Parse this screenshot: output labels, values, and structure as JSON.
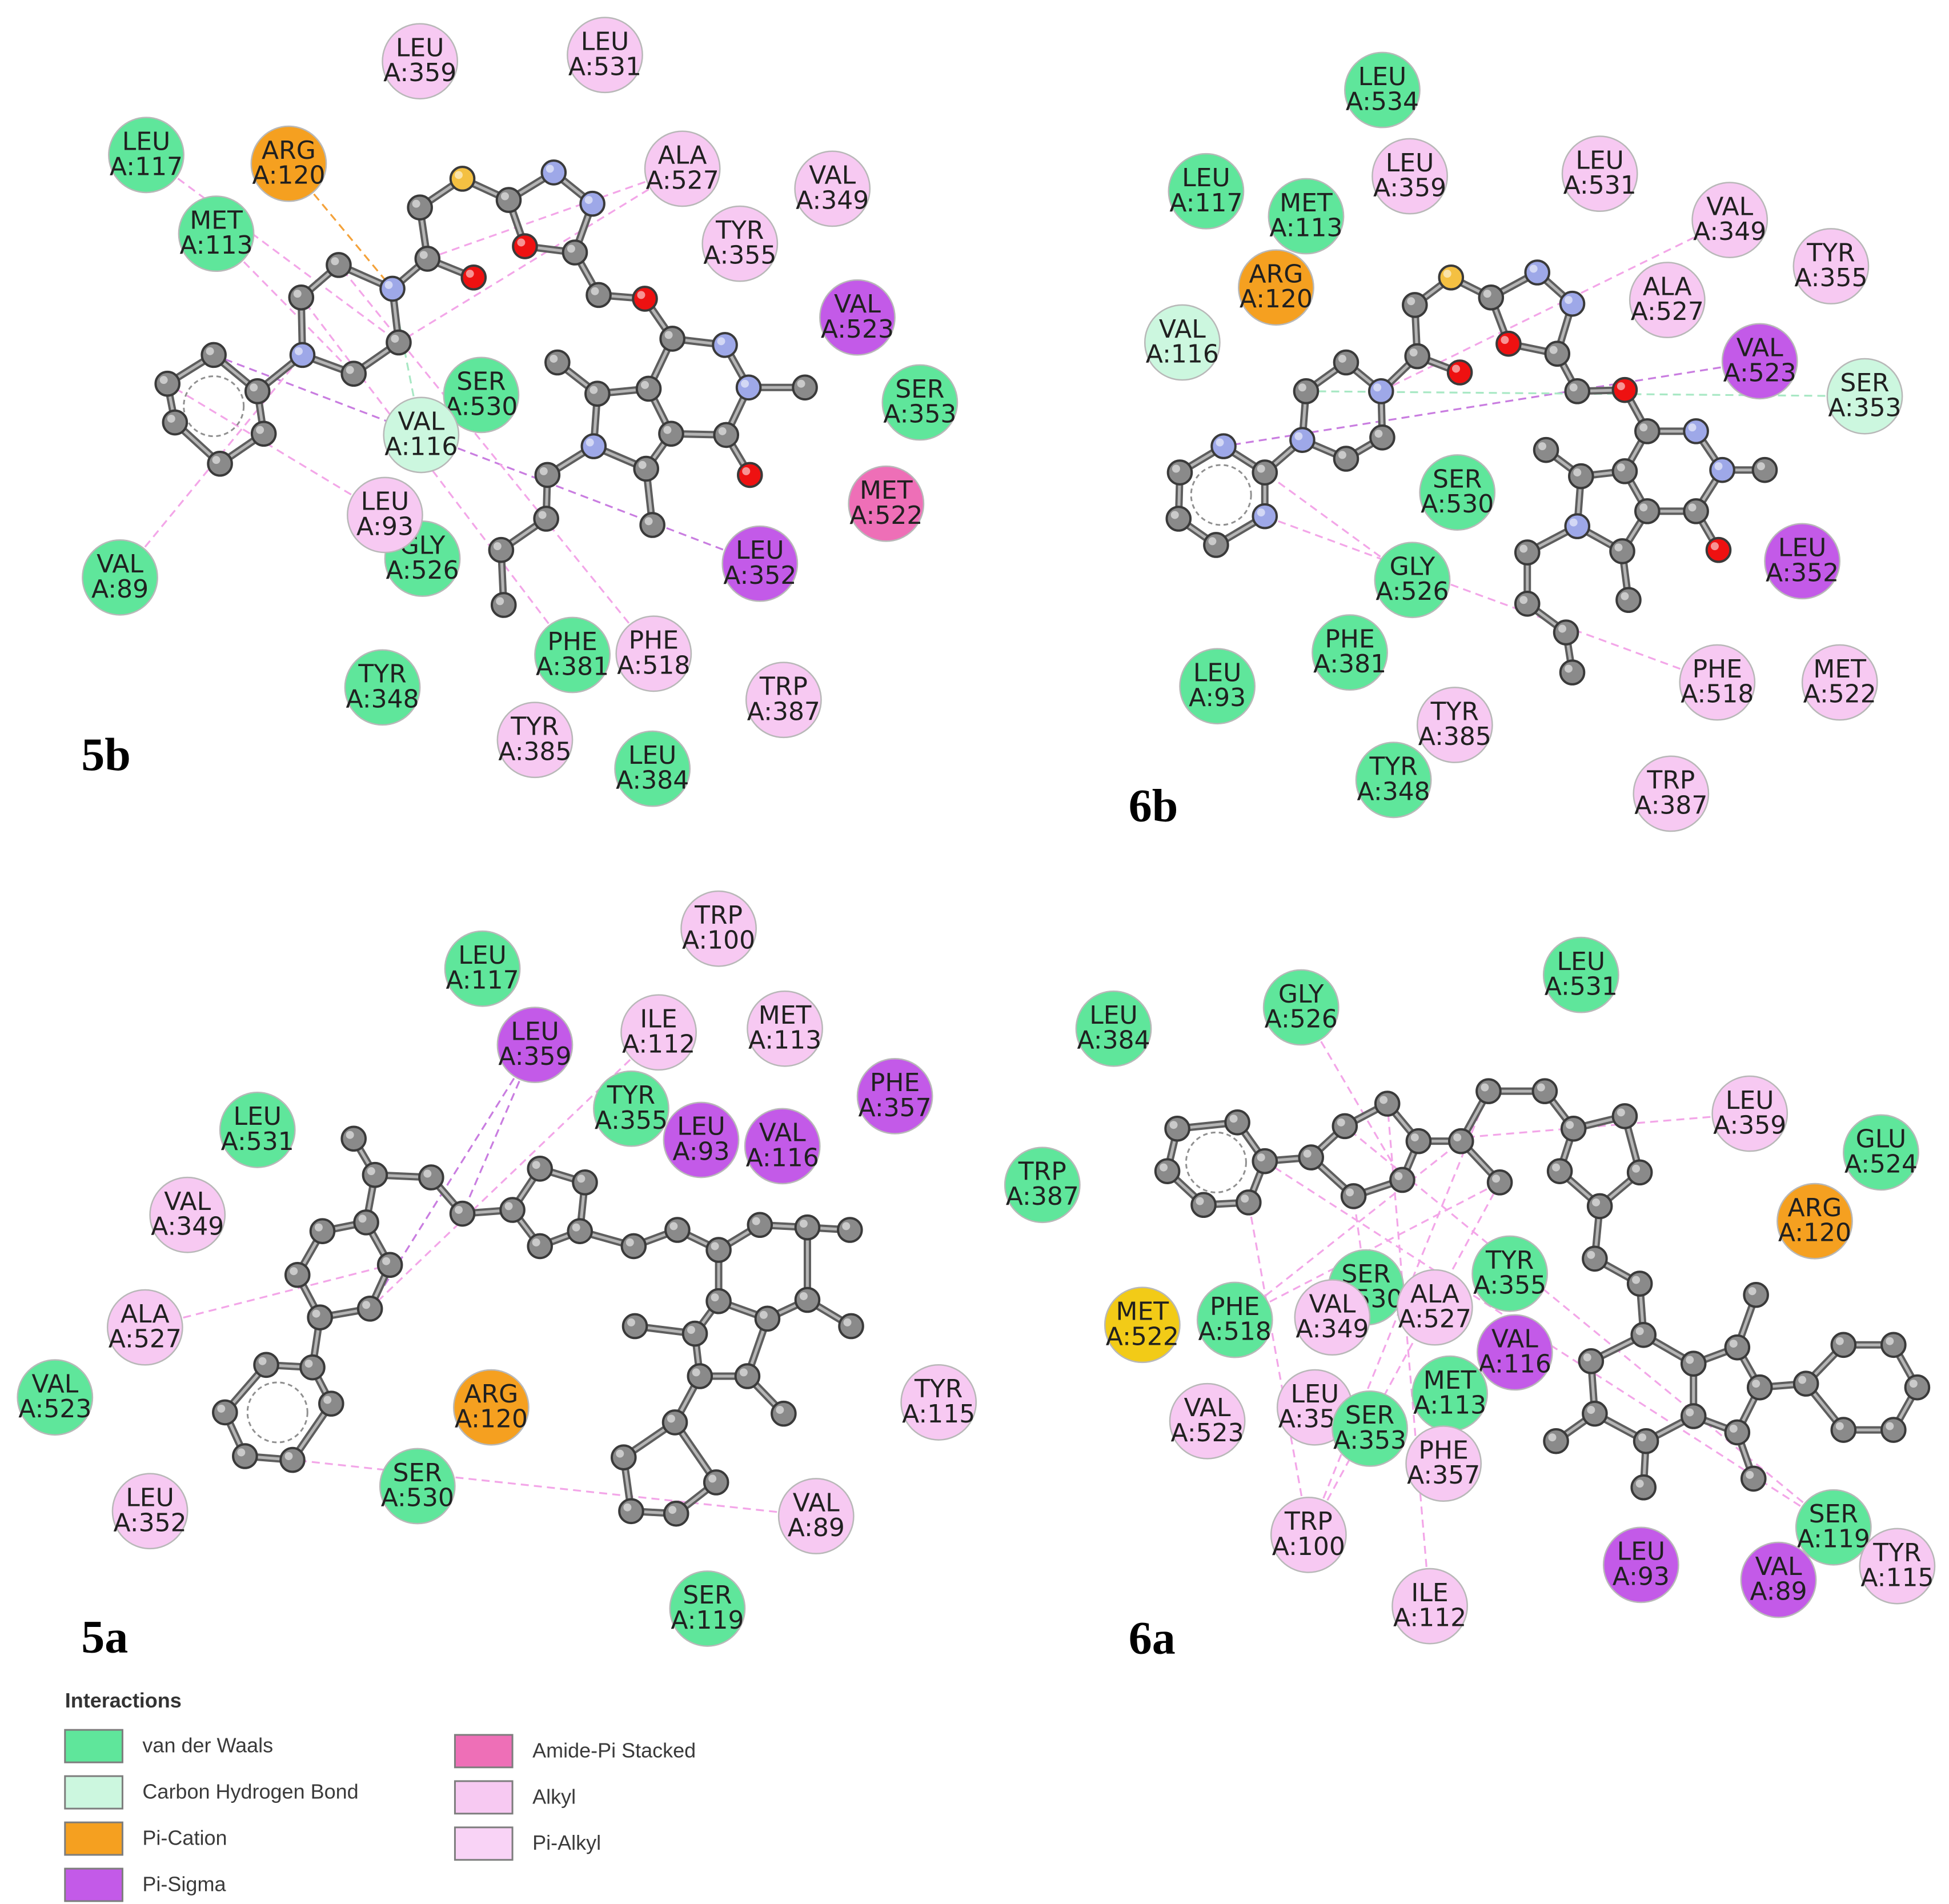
{
  "colors": {
    "van_der_waals": "#5fe69b",
    "carbon_hydrogen_bond": "#ccf7df",
    "pi_cation": "#f5a020",
    "pi_sigma": "#c35ae8",
    "amide_pi_stacked": "#ee6fb7",
    "alkyl": "#f7c9f2",
    "pi_alkyl": "#f9d3f6",
    "met522_6a": "#f2cb17",
    "atom_carbon": "#8a8a8a",
    "atom_nitrogen": "#9ea8e8",
    "atom_oxygen": "#ee1111",
    "atom_sulfur": "#f4c042",
    "bond": "#5e5e5e"
  },
  "panels": [
    {
      "label": "5b",
      "residues": [
        {
          "name": "LEU",
          "num": "A:359",
          "type": "alkyl"
        },
        {
          "name": "LEU",
          "num": "A:531",
          "type": "alkyl"
        },
        {
          "name": "LEU",
          "num": "A:117",
          "type": "van_der_waals"
        },
        {
          "name": "ARG",
          "num": "A:120",
          "type": "pi_cation"
        },
        {
          "name": "MET",
          "num": "A:113",
          "type": "van_der_waals"
        },
        {
          "name": "ALA",
          "num": "A:527",
          "type": "alkyl"
        },
        {
          "name": "VAL",
          "num": "A:349",
          "type": "alkyl"
        },
        {
          "name": "TYR",
          "num": "A:355",
          "type": "alkyl"
        },
        {
          "name": "VAL",
          "num": "A:523",
          "type": "pi_sigma"
        },
        {
          "name": "SER",
          "num": "A:530",
          "type": "van_der_waals"
        },
        {
          "name": "SER",
          "num": "A:353",
          "type": "van_der_waals"
        },
        {
          "name": "VAL",
          "num": "A:116",
          "type": "carbon_hydrogen_bond"
        },
        {
          "name": "MET",
          "num": "A:522",
          "type": "amide_pi_stacked"
        },
        {
          "name": "GLY",
          "num": "A:526",
          "type": "van_der_waals"
        },
        {
          "name": "LEU",
          "num": "A:93",
          "type": "alkyl"
        },
        {
          "name": "LEU",
          "num": "A:352",
          "type": "pi_sigma"
        },
        {
          "name": "VAL",
          "num": "A:89",
          "type": "van_der_waals"
        },
        {
          "name": "PHE",
          "num": "A:381",
          "type": "van_der_waals"
        },
        {
          "name": "PHE",
          "num": "A:518",
          "type": "alkyl"
        },
        {
          "name": "TRP",
          "num": "A:387",
          "type": "alkyl"
        },
        {
          "name": "TYR",
          "num": "A:348",
          "type": "van_der_waals"
        },
        {
          "name": "TYR",
          "num": "A:385",
          "type": "alkyl"
        },
        {
          "name": "LEU",
          "num": "A:384",
          "type": "van_der_waals"
        }
      ]
    },
    {
      "label": "6b",
      "residues": [
        {
          "name": "LEU",
          "num": "A:534",
          "type": "van_der_waals"
        },
        {
          "name": "LEU",
          "num": "A:117",
          "type": "van_der_waals"
        },
        {
          "name": "MET",
          "num": "A:113",
          "type": "van_der_waals"
        },
        {
          "name": "LEU",
          "num": "A:359",
          "type": "alkyl"
        },
        {
          "name": "LEU",
          "num": "A:531",
          "type": "alkyl"
        },
        {
          "name": "VAL",
          "num": "A:349",
          "type": "alkyl"
        },
        {
          "name": "TYR",
          "num": "A:355",
          "type": "alkyl"
        },
        {
          "name": "ARG",
          "num": "A:120",
          "type": "pi_cation"
        },
        {
          "name": "ALA",
          "num": "A:527",
          "type": "alkyl"
        },
        {
          "name": "VAL",
          "num": "A:116",
          "type": "carbon_hydrogen_bond"
        },
        {
          "name": "VAL",
          "num": "A:523",
          "type": "pi_sigma"
        },
        {
          "name": "SER",
          "num": "A:353",
          "type": "carbon_hydrogen_bond"
        },
        {
          "name": "SER",
          "num": "A:530",
          "type": "van_der_waals"
        },
        {
          "name": "LEU",
          "num": "A:352",
          "type": "pi_sigma"
        },
        {
          "name": "GLY",
          "num": "A:526",
          "type": "van_der_waals"
        },
        {
          "name": "PHE",
          "num": "A:381",
          "type": "van_der_waals"
        },
        {
          "name": "PHE",
          "num": "A:518",
          "type": "alkyl"
        },
        {
          "name": "MET",
          "num": "A:522",
          "type": "alkyl"
        },
        {
          "name": "LEU",
          "num": "A:93",
          "type": "van_der_waals"
        },
        {
          "name": "TYR",
          "num": "A:385",
          "type": "alkyl"
        },
        {
          "name": "TYR",
          "num": "A:348",
          "type": "van_der_waals"
        },
        {
          "name": "TRP",
          "num": "A:387",
          "type": "alkyl"
        }
      ]
    },
    {
      "label": "5a",
      "residues": [
        {
          "name": "TRP",
          "num": "A:100",
          "type": "alkyl"
        },
        {
          "name": "LEU",
          "num": "A:117",
          "type": "van_der_waals"
        },
        {
          "name": "LEU",
          "num": "A:359",
          "type": "pi_sigma"
        },
        {
          "name": "ILE",
          "num": "A:112",
          "type": "alkyl"
        },
        {
          "name": "MET",
          "num": "A:113",
          "type": "alkyl"
        },
        {
          "name": "PHE",
          "num": "A:357",
          "type": "pi_sigma"
        },
        {
          "name": "LEU",
          "num": "A:531",
          "type": "van_der_waals"
        },
        {
          "name": "TYR",
          "num": "A:355",
          "type": "van_der_waals"
        },
        {
          "name": "LEU",
          "num": "A:93",
          "type": "pi_sigma"
        },
        {
          "name": "VAL",
          "num": "A:116",
          "type": "pi_sigma"
        },
        {
          "name": "VAL",
          "num": "A:349",
          "type": "alkyl"
        },
        {
          "name": "ALA",
          "num": "A:527",
          "type": "alkyl"
        },
        {
          "name": "VAL",
          "num": "A:523",
          "type": "van_der_waals"
        },
        {
          "name": "ARG",
          "num": "A:120",
          "type": "pi_cation"
        },
        {
          "name": "TYR",
          "num": "A:115",
          "type": "alkyl"
        },
        {
          "name": "LEU",
          "num": "A:352",
          "type": "alkyl"
        },
        {
          "name": "SER",
          "num": "A:530",
          "type": "van_der_waals"
        },
        {
          "name": "VAL",
          "num": "A:89",
          "type": "alkyl"
        },
        {
          "name": "SER",
          "num": "A:119",
          "type": "van_der_waals"
        }
      ]
    },
    {
      "label": "6a",
      "residues": [
        {
          "name": "LEU",
          "num": "A:531",
          "type": "van_der_waals"
        },
        {
          "name": "GLY",
          "num": "A:526",
          "type": "van_der_waals"
        },
        {
          "name": "LEU",
          "num": "A:384",
          "type": "van_der_waals"
        },
        {
          "name": "LEU",
          "num": "A:359",
          "type": "alkyl"
        },
        {
          "name": "GLU",
          "num": "A:524",
          "type": "van_der_waals"
        },
        {
          "name": "TRP",
          "num": "A:387",
          "type": "van_der_waals"
        },
        {
          "name": "ARG",
          "num": "A:120",
          "type": "pi_cation"
        },
        {
          "name": "SER",
          "num": "A:530",
          "type": "van_der_waals"
        },
        {
          "name": "TYR",
          "num": "A:355",
          "type": "van_der_waals"
        },
        {
          "name": "MET",
          "num": "A:522",
          "type": "met522_6a"
        },
        {
          "name": "PHE",
          "num": "A:518",
          "type": "van_der_waals"
        },
        {
          "name": "VAL",
          "num": "A:349",
          "type": "alkyl"
        },
        {
          "name": "ALA",
          "num": "A:527",
          "type": "alkyl"
        },
        {
          "name": "VAL",
          "num": "A:116",
          "type": "pi_sigma"
        },
        {
          "name": "MET",
          "num": "A:113",
          "type": "van_der_waals"
        },
        {
          "name": "VAL",
          "num": "A:523",
          "type": "alkyl"
        },
        {
          "name": "LEU",
          "num": "A:352",
          "type": "alkyl"
        },
        {
          "name": "SER",
          "num": "A:353",
          "type": "van_der_waals"
        },
        {
          "name": "PHE",
          "num": "A:357",
          "type": "alkyl"
        },
        {
          "name": "TRP",
          "num": "A:100",
          "type": "alkyl"
        },
        {
          "name": "SER",
          "num": "A:119",
          "type": "van_der_waals"
        },
        {
          "name": "TYR",
          "num": "A:115",
          "type": "alkyl"
        },
        {
          "name": "LEU",
          "num": "A:93",
          "type": "pi_sigma"
        },
        {
          "name": "VAL",
          "num": "A:89",
          "type": "pi_sigma"
        },
        {
          "name": "ILE",
          "num": "A:112",
          "type": "alkyl"
        }
      ]
    }
  ],
  "legend": {
    "title": "Interactions",
    "items": [
      {
        "label": "van der Waals",
        "type": "van_der_waals"
      },
      {
        "label": "Carbon Hydrogen Bond",
        "type": "carbon_hydrogen_bond"
      },
      {
        "label": "Pi-Cation",
        "type": "pi_cation"
      },
      {
        "label": "Pi-Sigma",
        "type": "pi_sigma"
      },
      {
        "label": "Amide-Pi Stacked",
        "type": "amide_pi_stacked"
      },
      {
        "label": "Alkyl",
        "type": "alkyl"
      },
      {
        "label": "Pi-Alkyl",
        "type": "pi_alkyl"
      }
    ]
  }
}
